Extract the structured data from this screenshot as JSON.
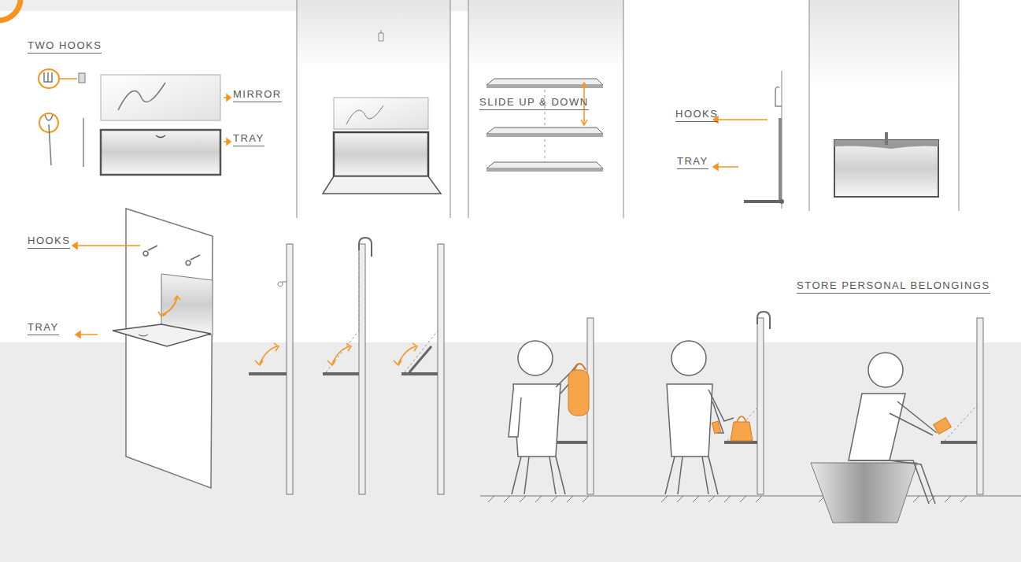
{
  "diagram": {
    "labels": [
      "TWO HOOKS",
      "MIRROR",
      "TRAY",
      "SLIDE UP & DOWN",
      "HOOKS",
      "TRAY",
      "HOOKS",
      "TRAY",
      "STORE PERSONAL BELONGINGS"
    ]
  }
}
